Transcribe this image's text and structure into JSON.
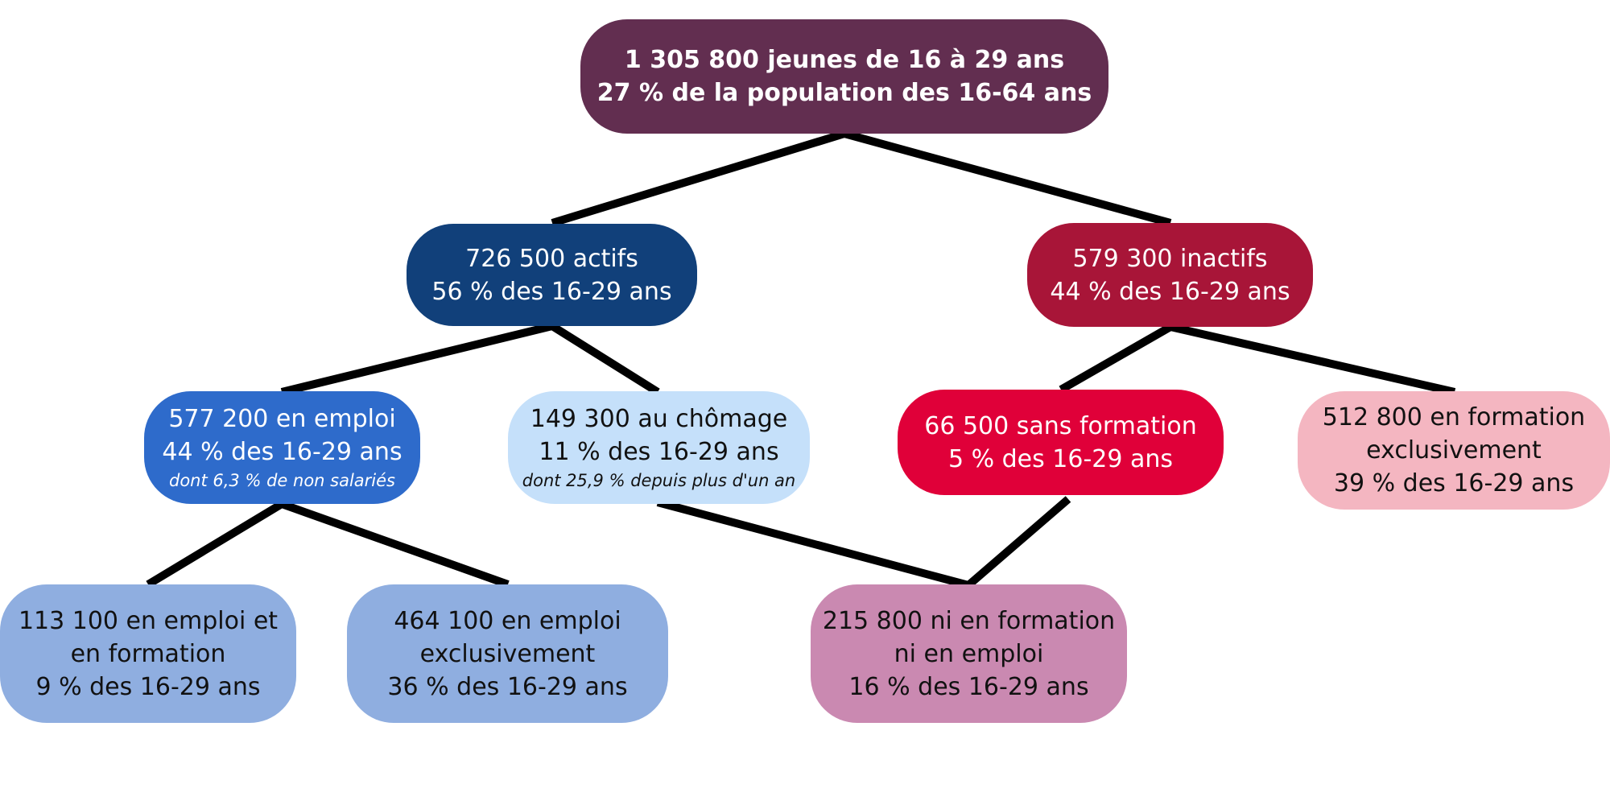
{
  "colors": {
    "root": "#622E50",
    "actifs": "#11407A",
    "inactifs": "#A81538",
    "emploi": "#2E6BCB",
    "chomage": "#C5E0FA",
    "sans_formation": "#E00039",
    "formation": "#F4B6C1",
    "emploi_formation": "#8FAEE0",
    "emploi_exclusif": "#8FAEE0",
    "neet": "#CA89B1",
    "connector": "#000000"
  },
  "root": {
    "line1": "1 305 800 jeunes de 16 à 29 ans",
    "line2": "27 % de la population des 16-64 ans"
  },
  "actifs": {
    "line1": "726 500 actifs",
    "line2": "56 % des 16-29 ans"
  },
  "inactifs": {
    "line1": "579 300 inactifs",
    "line2": "44 % des 16-29 ans"
  },
  "en_emploi": {
    "line1": "577 200 en emploi",
    "line2": "44 % des 16-29 ans",
    "note": "dont 6,3 % de non salariés"
  },
  "chomage": {
    "line1": "149 300 au chômage",
    "line2": "11 % des 16-29 ans",
    "note": "dont 25,9 % depuis plus d'un an"
  },
  "sans_formation": {
    "line1": "66 500 sans formation",
    "line2": "5 % des 16-29 ans"
  },
  "en_formation": {
    "line1": "512 800 en formation",
    "line2": "exclusivement",
    "line3": "39 % des 16-29 ans"
  },
  "emploi_et_formation": {
    "line1": "113 100 en emploi et",
    "line2": "en formation",
    "line3": "9 % des 16-29 ans"
  },
  "emploi_exclusivement": {
    "line1": "464 100 en emploi",
    "line2": "exclusivement",
    "line3": "36 % des 16-29 ans"
  },
  "neet": {
    "line1": "215 800 ni en formation",
    "line2": "ni en emploi",
    "line3": "16 % des 16-29 ans"
  }
}
